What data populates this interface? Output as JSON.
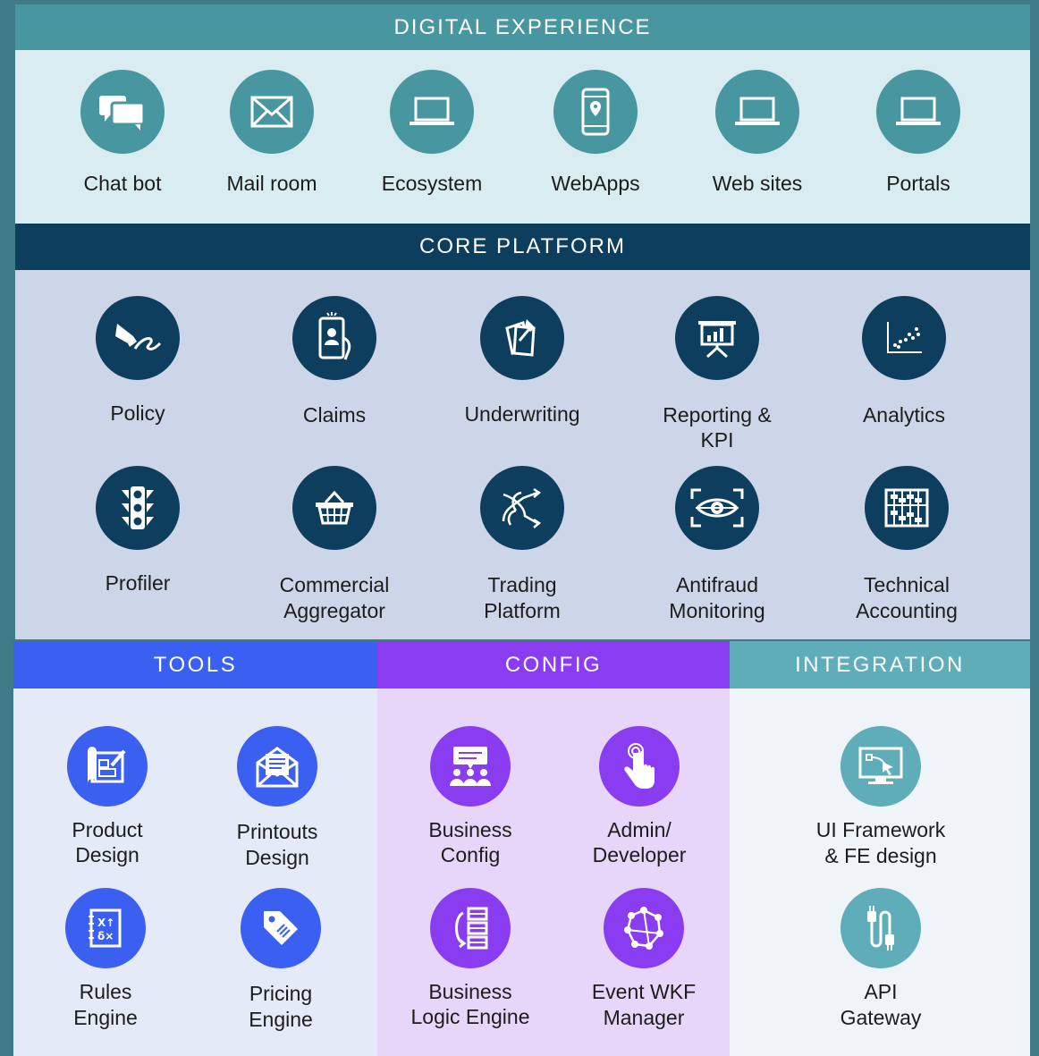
{
  "sections": {
    "digital": {
      "title": "DIGITAL EXPERIENCE",
      "header_color": "#4896a0",
      "bg_color": "#d9ecf1",
      "icon_color": "#4896a0",
      "items": [
        {
          "label": "Chat bot",
          "icon": "chat-icon"
        },
        {
          "label": "Mail room",
          "icon": "mail-icon"
        },
        {
          "label": "Ecosystem",
          "icon": "laptop-icon"
        },
        {
          "label": "WebApps",
          "icon": "smartphone-location-icon"
        },
        {
          "label": "Web sites",
          "icon": "laptop-icon"
        },
        {
          "label": "Portals",
          "icon": "laptop-icon"
        }
      ]
    },
    "core": {
      "title": "CORE PLATFORM",
      "header_color": "#0e3e5e",
      "bg_color": "#cdd6e8",
      "icon_color": "#0e3e5e",
      "items": [
        {
          "label": "Policy",
          "icon": "signature-pen-icon"
        },
        {
          "label": "Claims",
          "icon": "phone-user-icon"
        },
        {
          "label": "Underwriting",
          "icon": "documents-pin-icon"
        },
        {
          "label": "Reporting &\nKPI",
          "icon": "presentation-chart-icon"
        },
        {
          "label": "Analytics",
          "icon": "scatter-plot-icon"
        },
        {
          "label": "Profiler",
          "icon": "traffic-light-icon"
        },
        {
          "label": "Commercial\nAggregator",
          "icon": "basket-icon"
        },
        {
          "label": "Trading\nPlatform",
          "icon": "exchange-arrows-icon"
        },
        {
          "label": "Antifraud\nMonitoring",
          "icon": "eye-scan-icon"
        },
        {
          "label": "Technical\nAccounting",
          "icon": "abacus-icon"
        }
      ]
    },
    "tools": {
      "title": "TOOLS",
      "header_color": "#3b5ff0",
      "bg_color": "#e4eaf8",
      "icon_color": "#3b5ff0",
      "items": [
        {
          "label": "Product\nDesign",
          "icon": "blueprint-icon"
        },
        {
          "label": "Printouts\nDesign",
          "icon": "open-envelope-icon"
        },
        {
          "label": "Rules\nEngine",
          "icon": "rules-notebook-icon"
        },
        {
          "label": "Pricing\nEngine",
          "icon": "price-tag-icon"
        }
      ]
    },
    "config": {
      "title": "CONFIG",
      "header_color": "#8a3cf0",
      "bg_color": "#e8d6fa",
      "icon_color": "#8a3cf0",
      "items": [
        {
          "label": "Business\nConfig",
          "icon": "team-presentation-icon"
        },
        {
          "label": "Admin/\nDeveloper",
          "icon": "touch-hand-icon"
        },
        {
          "label": "Business\nLogic Engine",
          "icon": "logic-flow-icon"
        },
        {
          "label": "Event WKF\nManager",
          "icon": "network-nodes-icon"
        }
      ]
    },
    "integration": {
      "title": "INTEGRATION",
      "header_color": "#5fadb9",
      "bg_color": "#eef4f8",
      "icon_color": "#5fadb9",
      "items": [
        {
          "label": "UI Framework\n& FE design",
          "icon": "monitor-cursor-icon"
        },
        {
          "label": "API\nGateway",
          "icon": "cable-plugs-icon"
        }
      ]
    }
  }
}
